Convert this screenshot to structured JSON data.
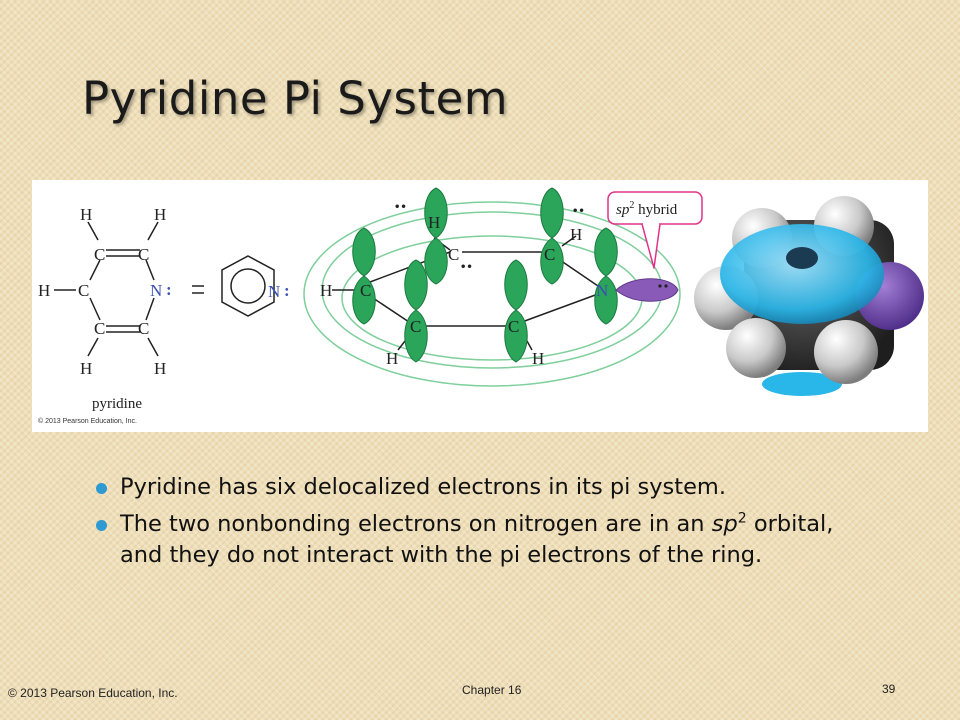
{
  "slide": {
    "title": "Pyridine Pi System"
  },
  "figure": {
    "struct": {
      "h": "H",
      "c": "C",
      "n": "N",
      "n_lone_pair": ":",
      "equals": "=",
      "caption": "pyridine",
      "copyright": "© 2013 Pearson Education, Inc."
    },
    "orbital": {
      "callout_sp": "sp",
      "callout_sup": "2",
      "callout_rest": " hybrid",
      "dots": "••"
    },
    "colors": {
      "lobe_green": "#2aa55a",
      "hybrid_purple": "#8a5ab8",
      "nitrogen_blue": "#3a4fb0",
      "callout_pink": "#e0338a",
      "model_cyan": "#29b6e8"
    }
  },
  "bullets": [
    {
      "text": "Pyridine has six delocalized electrons in its pi system."
    },
    {
      "part1": "The two nonbonding electrons on nitrogen are in an ",
      "italic": "sp",
      "sup": "2",
      "part2": " orbital, and they do not interact with the pi electrons of the ring."
    }
  ],
  "footer": {
    "copyright": "© 2013 Pearson Education, Inc.",
    "chapter": "Chapter 16",
    "page": "39"
  }
}
